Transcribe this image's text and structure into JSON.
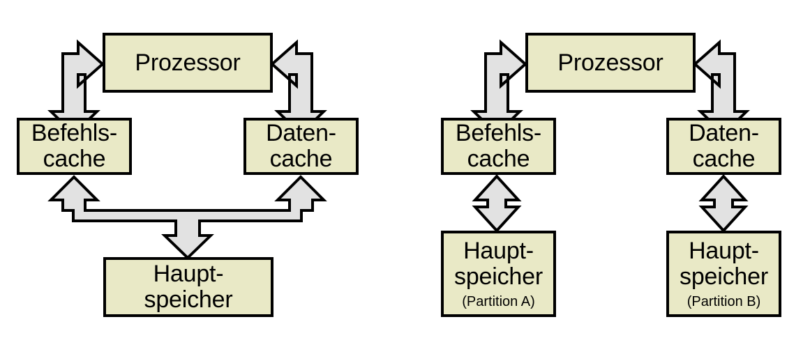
{
  "figure": {
    "background_color": "#ffffff",
    "box_fill_color": "#e9e9c6",
    "box_border_color": "#000000",
    "arrow_fill_color": "#e2e2e2",
    "arrow_border_color": "#000000"
  },
  "diagrams": [
    {
      "id": "harvard-shared-memory",
      "nodes": {
        "processor": {
          "label": "Prozessor"
        },
        "instruction_cache": {
          "label": "Befehls-\ncache"
        },
        "data_cache": {
          "label": "Daten-\ncache"
        },
        "main_memory": {
          "label": "Haupt-\nspeicher"
        }
      },
      "connections": [
        {
          "name": "processor-to-instruction-cache",
          "style": "elbow-double-arrow"
        },
        {
          "name": "processor-to-data-cache",
          "style": "elbow-double-arrow"
        },
        {
          "name": "caches-to-main-memory",
          "style": "tee-triple-arrow"
        }
      ]
    },
    {
      "id": "harvard-partitioned-memory",
      "nodes": {
        "processor": {
          "label": "Prozessor"
        },
        "instruction_cache": {
          "label": "Befehls-\ncache"
        },
        "data_cache": {
          "label": "Daten-\ncache"
        },
        "main_memory_a": {
          "label": "Haupt-\nspeicher",
          "sublabel": "(Partition A)"
        },
        "main_memory_b": {
          "label": "Haupt-\nspeicher",
          "sublabel": "(Partition B)"
        }
      },
      "connections": [
        {
          "name": "processor-to-instruction-cache",
          "style": "elbow-double-arrow"
        },
        {
          "name": "processor-to-data-cache",
          "style": "elbow-double-arrow"
        },
        {
          "name": "instruction-cache-to-memory-a",
          "style": "vertical-double-arrow"
        },
        {
          "name": "data-cache-to-memory-b",
          "style": "vertical-double-arrow"
        }
      ]
    }
  ]
}
